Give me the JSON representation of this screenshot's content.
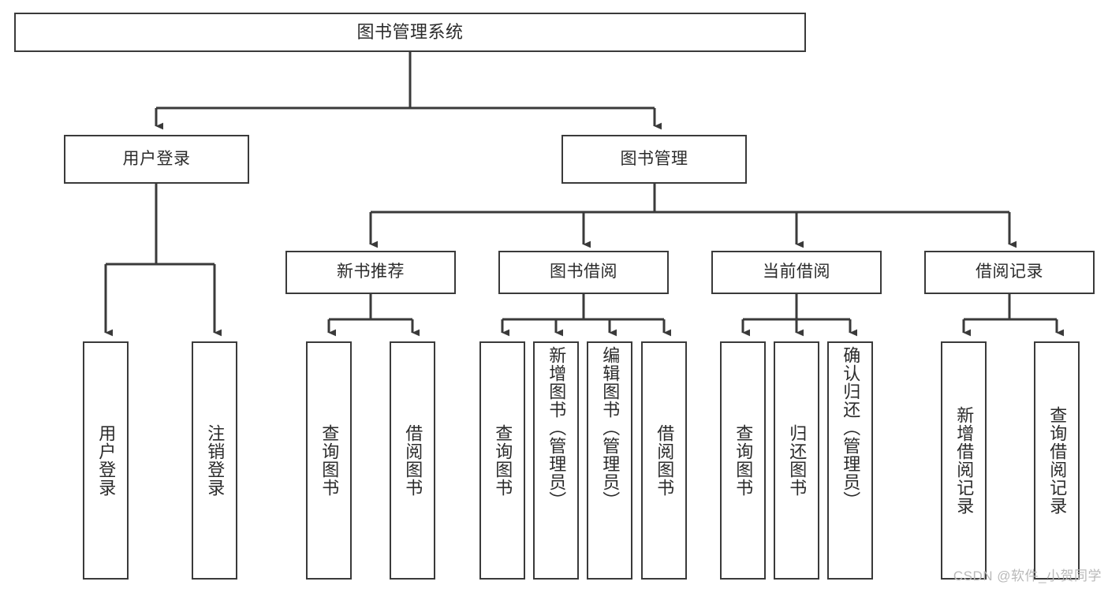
{
  "diagram": {
    "type": "tree-hierarchy",
    "title": "图书管理系统",
    "colors": {
      "background": "#ffffff",
      "node_fill": "#ffffff",
      "node_border": "#3a3a3a",
      "connector": "#3a3a3a",
      "text": "#2b2b2b",
      "watermark": "#b9b9b9"
    },
    "root": {
      "label": "图书管理系统"
    },
    "level2": [
      {
        "id": "user-login",
        "label": "用户登录"
      },
      {
        "id": "book-manage",
        "label": "图书管理"
      }
    ],
    "level3": [
      {
        "id": "new-book-recommend",
        "label": "新书推荐"
      },
      {
        "id": "book-borrow",
        "label": "图书借阅"
      },
      {
        "id": "current-borrow",
        "label": "当前借阅"
      },
      {
        "id": "borrow-record",
        "label": "借阅记录"
      }
    ],
    "leaves": {
      "user_login": [
        {
          "id": "leaf-user-login",
          "label": "用户登录"
        },
        {
          "id": "leaf-logout-login",
          "label": "注销登录"
        }
      ],
      "new_book_recommend": [
        {
          "id": "leaf-query-book-1",
          "label": "查询图书"
        },
        {
          "id": "leaf-borrow-book-1",
          "label": "借阅图书"
        }
      ],
      "book_borrow": [
        {
          "id": "leaf-query-book-2",
          "label": "查询图书"
        },
        {
          "id": "leaf-add-book",
          "label": "新增图书（管理员）"
        },
        {
          "id": "leaf-edit-book",
          "label": "编辑图书（管理员）"
        },
        {
          "id": "leaf-borrow-book-2",
          "label": "借阅图书"
        }
      ],
      "current_borrow": [
        {
          "id": "leaf-query-book-3",
          "label": "查询图书"
        },
        {
          "id": "leaf-return-book",
          "label": "归还图书"
        },
        {
          "id": "leaf-confirm-return",
          "label": "确认归还（管理员）"
        }
      ],
      "borrow_record": [
        {
          "id": "leaf-add-record",
          "label": "新增借阅记录"
        },
        {
          "id": "leaf-query-record",
          "label": "查询借阅记录"
        }
      ]
    }
  },
  "watermark": {
    "text": "CSDN @软件_小贺同学"
  }
}
